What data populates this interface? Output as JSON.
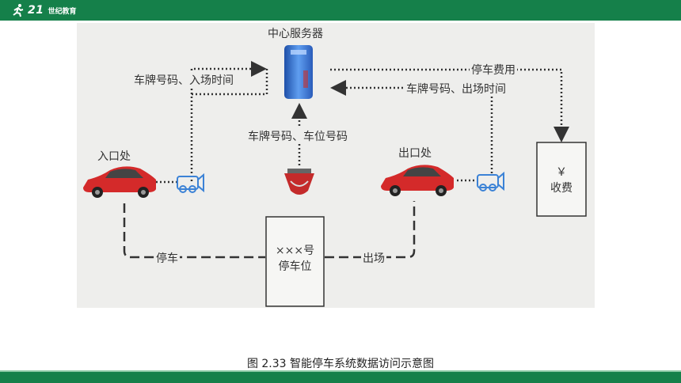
{
  "header": {
    "logo_text": "21",
    "logo_subtitle": "世纪教育"
  },
  "diagram": {
    "server_label": "中心服务器",
    "entry_label": "入口处",
    "exit_label": "出口处",
    "entry_flow_label": "车牌号码、入场时间",
    "space_flow_label": "车牌号码、车位号码",
    "exit_flow_label": "车牌号码、出场时间",
    "fee_flow_label": "停车费用",
    "parking_label": "停车",
    "leaving_label": "出场",
    "space_box_line1": "×××号",
    "space_box_line2": "停车位",
    "fee_box_line1": "￥",
    "fee_box_line2": "收费"
  },
  "caption": "图 2.33 智能停车系统数据访问示意图",
  "colors": {
    "brand_green": "#15804a",
    "car_red": "#d42a2a",
    "server_blue": "#3a6fc8"
  }
}
